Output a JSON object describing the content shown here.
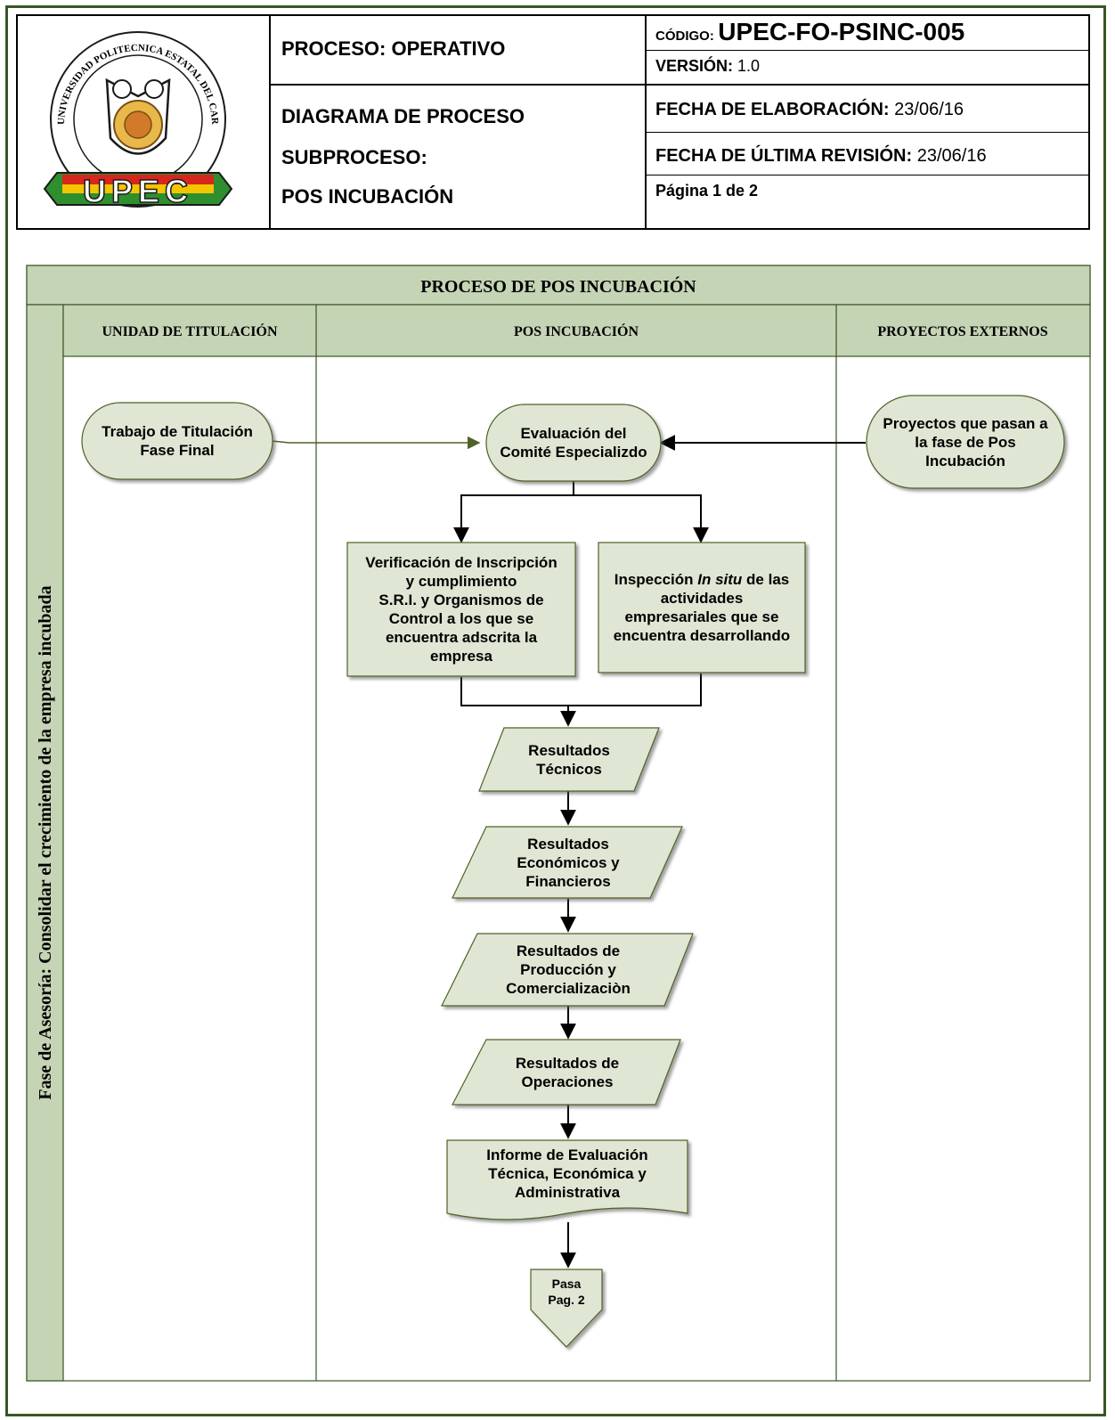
{
  "header": {
    "proceso": "PROCESO: OPERATIVO",
    "codigo_label": "CÓDIGO:",
    "codigo_value": "UPEC-FO-PSINC-005",
    "version_label": "VERSIÓN:",
    "version_value": "1.0",
    "titulo_line1": "DIAGRAMA DE PROCESO",
    "titulo_line2": "SUBPROCESO:",
    "titulo_line3": "POS INCUBACIÓN",
    "fecha_elab_label": "FECHA DE ELABORACIÓN:",
    "fecha_elab_value": "23/06/16",
    "fecha_rev_label": "FECHA DE ÚLTIMA REVISIÓN:",
    "fecha_rev_value": "23/06/16",
    "pagina": "Página 1 de 2"
  },
  "logo": {
    "ring_text": "UNIVERSIDAD POLITECNICA ESTATAL DEL CARCHI",
    "wordmark": "UPEC",
    "colors": {
      "red": "#d7261e",
      "yellow": "#f2c500",
      "green": "#2f8f2f",
      "outline": "#1a1a1a"
    }
  },
  "diagram": {
    "title": "PROCESO DE POS INCUBACIÓN",
    "phase_label": "Fase de Asesoría: Consolidar el crecimiento de la empresa incubada",
    "lanes": [
      "UNIDAD DE TITULACIÓN",
      "POS INCUBACIÓN",
      "PROYECTOS EXTERNOS"
    ],
    "colors": {
      "header_fill": "#c5d4b5",
      "node_fill": "#dfe6d4",
      "line": "#000000",
      "frame": "#385723"
    },
    "nodes": {
      "trabajo": [
        "Trabajo de Titulación",
        "Fase Final"
      ],
      "evaluacion": [
        "Evaluación del",
        "Comité Especializdo"
      ],
      "proyectos": [
        "Proyectos que pasan a",
        "la fase de Pos",
        "Incubación"
      ],
      "verificacion": [
        "Verificación de Inscripción",
        "y cumplimiento",
        "S.R.I. y Organismos de",
        "Control a los que se",
        "encuentra adscrita la",
        "empresa"
      ],
      "inspeccion_pre": "Inspección ",
      "inspeccion_italic": "In situ",
      "inspeccion_post": " de las",
      "inspeccion": [
        "actividades",
        "empresariales que se",
        "encuentra desarrollando"
      ],
      "res_tecnicos": [
        "Resultados",
        "Técnicos"
      ],
      "res_economicos": [
        "Resultados",
        "Económicos y",
        "Financieros"
      ],
      "res_produccion": [
        "Resultados de",
        "Producción y",
        "Comercializaciòn"
      ],
      "res_operaciones": [
        "Resultados de",
        "Operaciones"
      ],
      "informe": [
        "Informe de Evaluación",
        "Técnica, Económica y",
        "Administrativa"
      ],
      "pasa": [
        "Pasa",
        "Pag. 2"
      ]
    }
  }
}
